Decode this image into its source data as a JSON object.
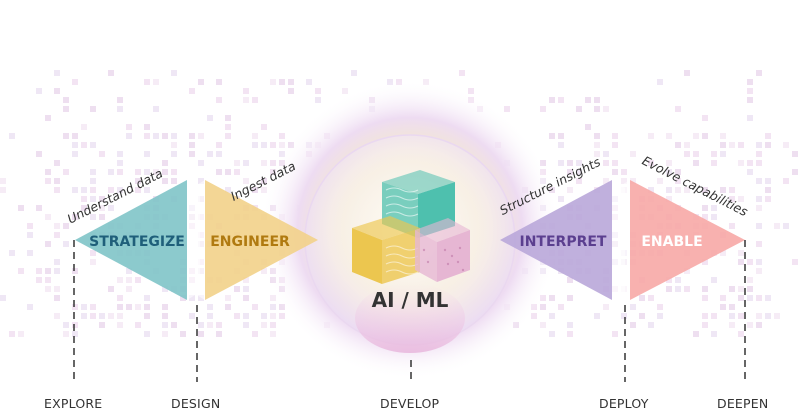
{
  "stages": [
    {
      "label": "STRATEGIZE",
      "tag": "Understand data",
      "color": "#7fc4c8",
      "text_color": "#1f5f7a"
    },
    {
      "label": "ENGINEER",
      "tag": "Ingest data",
      "color": "#f2d18a",
      "text_color": "#b07a10"
    },
    {
      "label": "INTERPRET",
      "tag": "Structure insights",
      "color": "#b9a7d9",
      "text_color": "#5b3f8f"
    },
    {
      "label": "ENABLE",
      "tag": "Evolve capabilities",
      "color": "#f7a8a6",
      "text_color": "#ffffff"
    }
  ],
  "center": {
    "label": "AI / ML"
  },
  "phases": [
    "EXPLORE",
    "DESIGN",
    "DEVELOP",
    "DEPLOY",
    "DEEPEN"
  ],
  "colors": {
    "teal_cube": "#4ec0ae",
    "yellow_cube": "#ecc64f",
    "pink_cube": "#e6b6d3",
    "glow": "#f3e9a6",
    "halo": "#ead9f2"
  }
}
